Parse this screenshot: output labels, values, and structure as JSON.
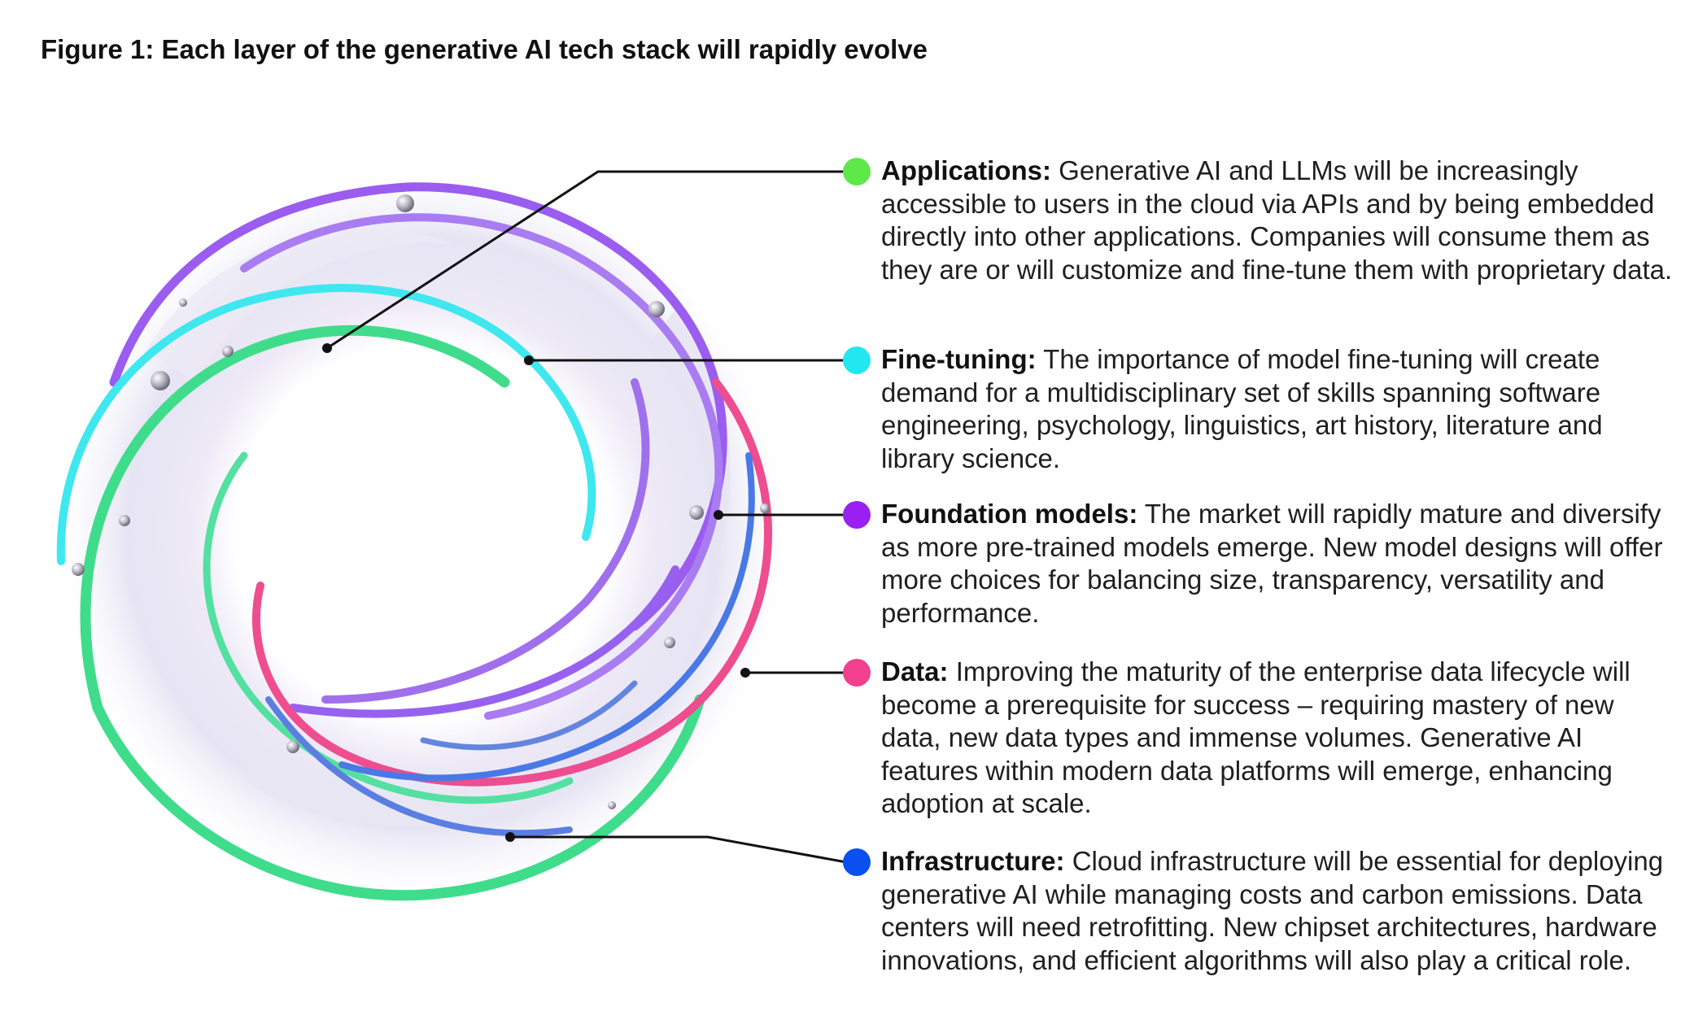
{
  "figure": {
    "title": "Figure 1: Each layer of the generative AI tech stack will rapidly evolve"
  },
  "colors": {
    "applications": "#5ee84a",
    "fine_tuning": "#22e6f0",
    "foundation_models": "#9a1ff0",
    "data": "#f23f8e",
    "infrastructure": "#0a4ff0",
    "ring_purple": "#9b5cf0",
    "ring_cyan": "#3fe7ee",
    "ring_green": "#3fdc8c",
    "ring_pink": "#ee4d8f",
    "ring_blue": "#4a78e6",
    "leader_line": "#111111"
  },
  "layers": [
    {
      "key": "applications",
      "term": "Applications:",
      "description": " Generative AI and LLMs will be increasingly accessible to users in the cloud via APIs and by being embedded directly into other applications. Companies will consume them as they are or will customize and fine-tune them with proprietary data."
    },
    {
      "key": "fine_tuning",
      "term": "Fine-tuning:",
      "description": " The importance of model fine-tuning will create demand for a multidisciplinary set of skills spanning software engineering, psychology, linguistics, art history, literature and library science."
    },
    {
      "key": "foundation_models",
      "term": "Foundation models:",
      "description": " The market will rapidly mature and diversify as more pre-trained models emerge. New model designs will offer more choices for balancing size, transparency, versatility and performance."
    },
    {
      "key": "data",
      "term": "Data:",
      "description": " Improving the maturity of the enterprise data lifecycle will become a prerequisite for success – requiring mastery of new data, new data types and immense volumes. Generative AI features within modern data platforms will emerge, enhancing adoption at scale."
    },
    {
      "key": "infrastructure",
      "term": "Infrastructure:",
      "description": " Cloud infrastructure will be essential for deploying generative AI while managing costs and carbon emissions. Data centers will need retrofitting. New chipset architectures, hardware innovations, and efficient algorithms will also play a critical role."
    }
  ]
}
